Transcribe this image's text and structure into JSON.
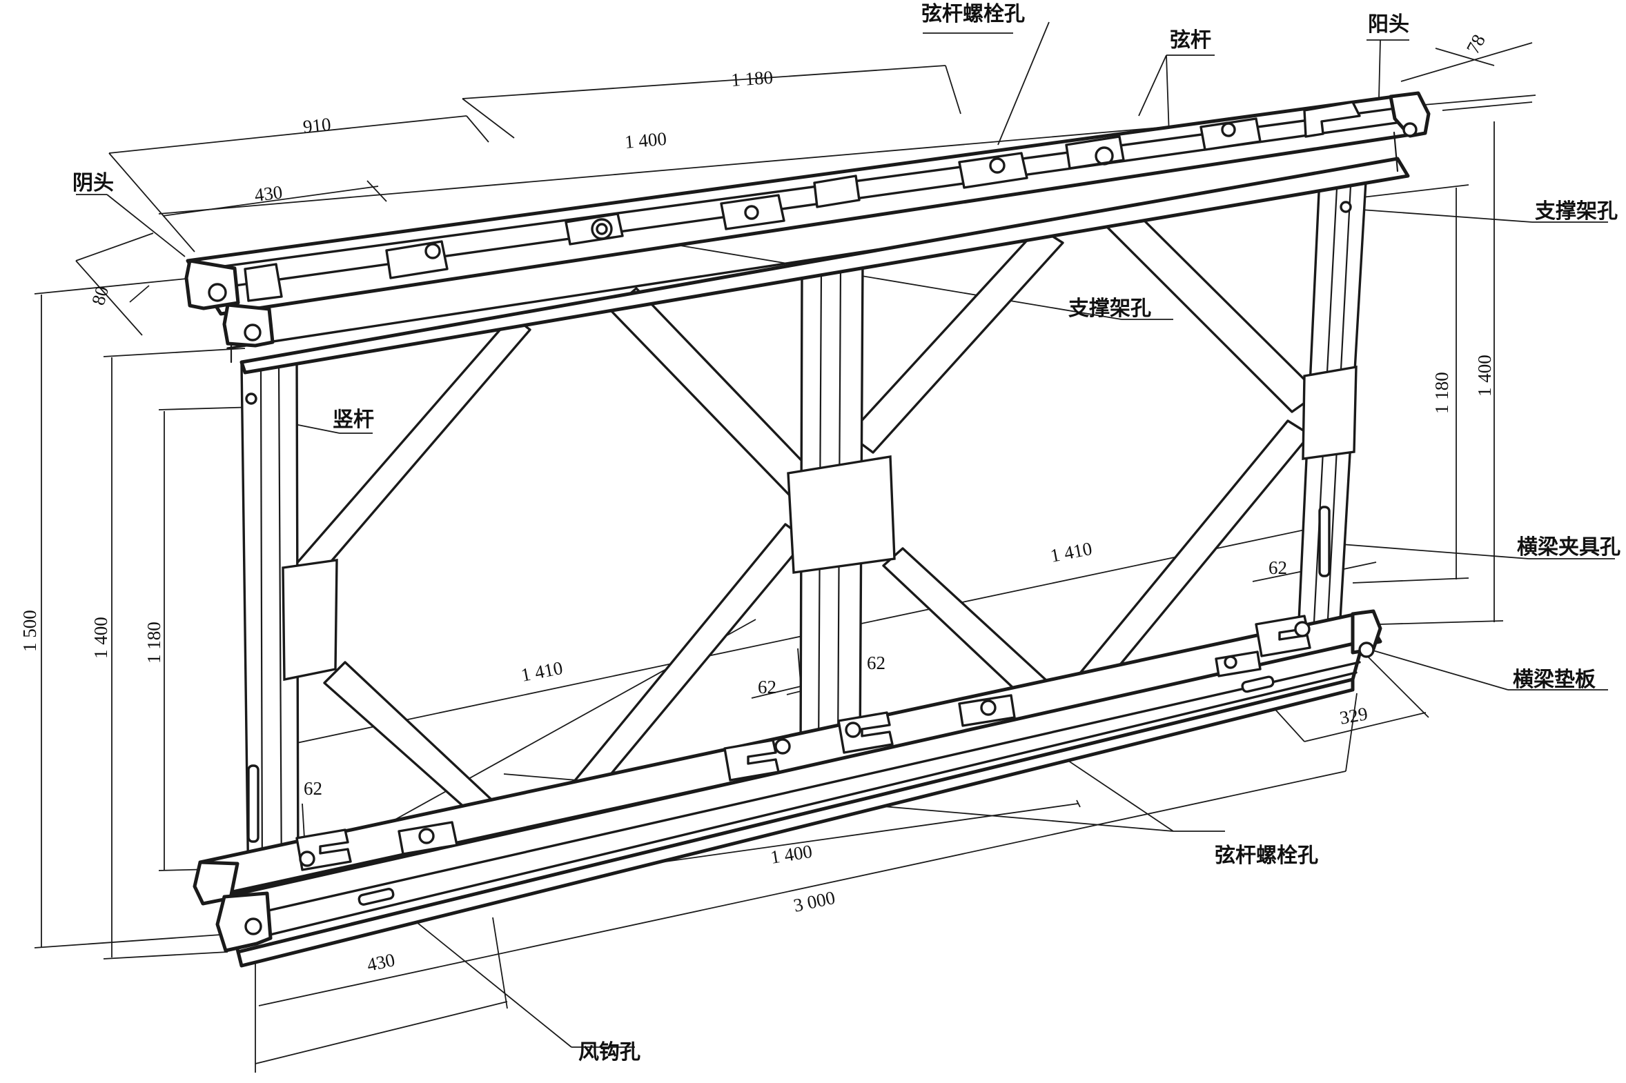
{
  "labels": {
    "chord_bolt_hole_top": "弦杆螺栓孔",
    "chord": "弦杆",
    "male_end": "阳头",
    "female_end": "阴头",
    "brace_hole_center": "支撑架孔",
    "brace_hole_right": "支撑架孔",
    "vertical": "竖杆",
    "transom_clamp_hole": "横梁夹具孔",
    "transom_pad": "横梁垫板",
    "chord_bolt_hole_bottom": "弦杆螺栓孔",
    "wind_hook_hole": "风钩孔"
  },
  "dimensions": {
    "top_1180": "1 180",
    "top_910": "910",
    "top_1400": "1 400",
    "top_430": "430",
    "end_78": "78",
    "end_80": "80",
    "left_1500": "1 500",
    "left_1400": "1 400",
    "left_1180": "1 180",
    "right_1180": "1 180",
    "right_1400": "1 400",
    "mid_1410_right": "1 410",
    "mid_1410_left": "1 410",
    "right_62": "62",
    "center_62_left": "62",
    "center_62_right": "62",
    "left_62": "62",
    "right_329": "329",
    "bottom_1400": "1 400",
    "bottom_3000": "3 000",
    "bottom_430": "430"
  }
}
